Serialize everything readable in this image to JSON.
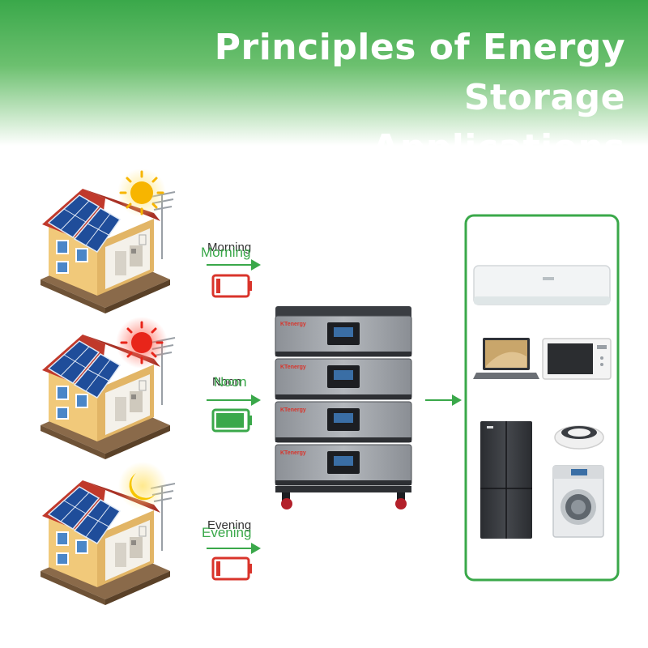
{
  "title": {
    "line1": "Principles of Energy Storage",
    "line2": "Applications"
  },
  "stages": [
    {
      "label": "Morning",
      "battery_level": 0.15,
      "sun": "sun-yellow-icon"
    },
    {
      "label": "Noon",
      "battery_level": 0.95,
      "sun": "sun-red-icon"
    },
    {
      "label": "Evening",
      "battery_level": 0.15,
      "sun": "moon-icon"
    }
  ],
  "battery_stack": {
    "brand": "KTenergy",
    "modules": 4
  },
  "colors": {
    "green": "#3aa84a",
    "red": "#d9342b",
    "header": "#3aa84a"
  },
  "appliances": [
    "air-conditioner-icon",
    "laptop-icon",
    "microwave-icon",
    "refrigerator-icon",
    "robot-vacuum-icon",
    "washing-machine-icon"
  ]
}
